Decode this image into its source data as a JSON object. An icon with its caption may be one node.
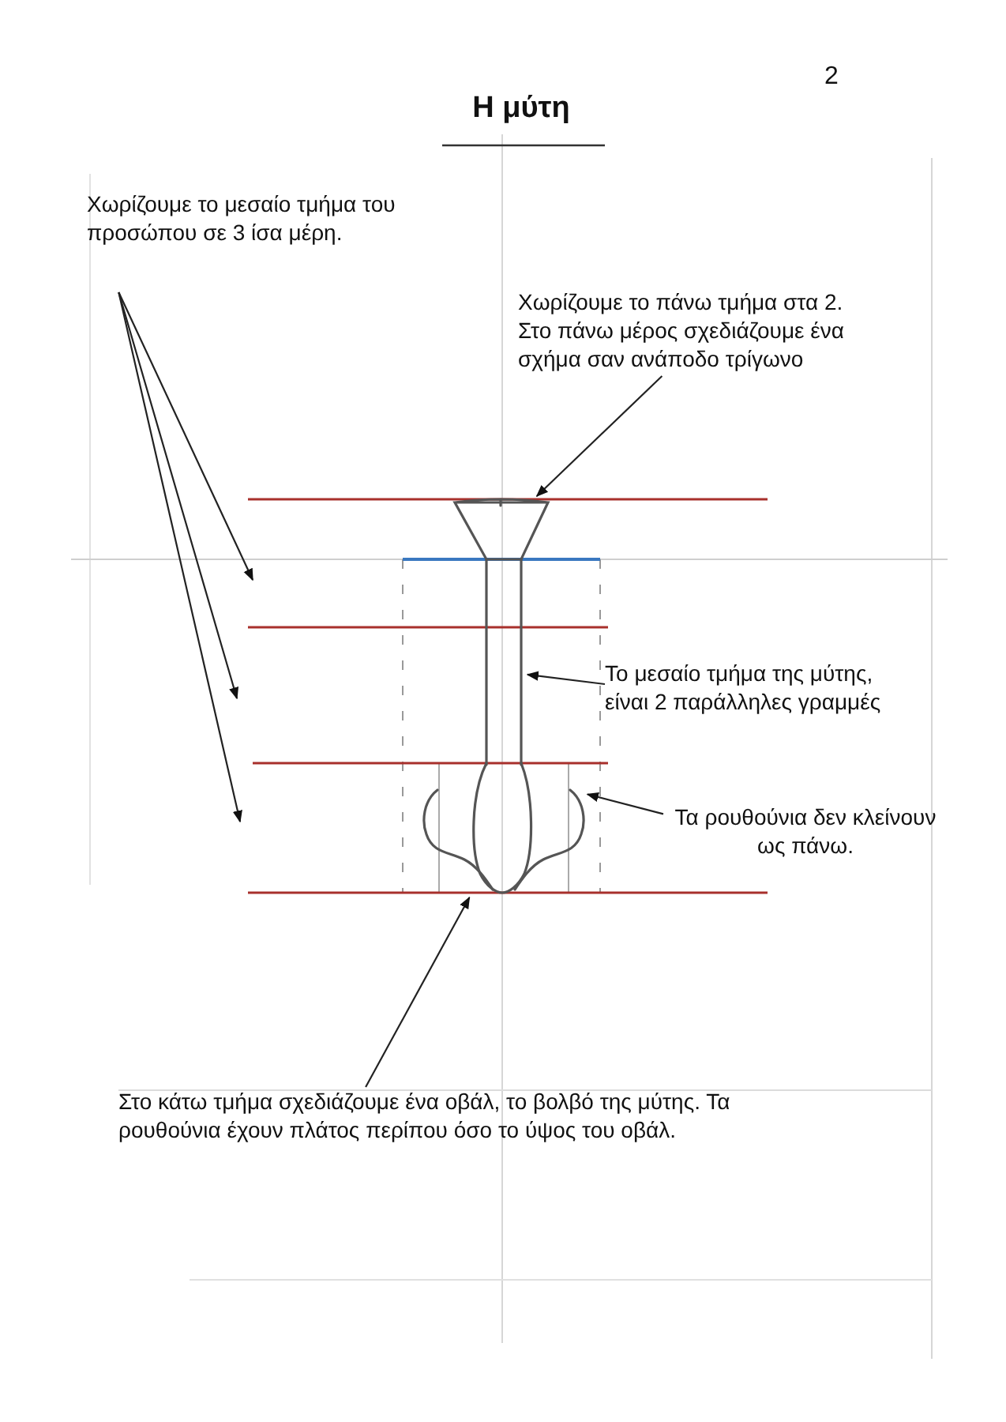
{
  "diagram": {
    "title": "Η μύτη",
    "nodes": [
      {
        "text": [
          "Χωρίζουμε το μεσαίο τμήμα του προσώπου σε 3 ίσα μέρη."
        ]
      },
      {
        "text": [
          "Χωρίζουμε το πάνω τμήμα στα 2. Στο πάνω μέρος σχεδιάζουμε ένα σχήμα σαν ανάποδο τρίγωνο"
        ]
      },
      {
        "text": [],
        "shape": "triangle"
      },
      {
        "text": [],
        "shape": "lines"
      },
      {
        "text": [
          "Το μεσαίο τμήμα της μύτης, είναι 2 παράλληλες γραμμές"
        ]
      },
      {
        "text": [],
        "shape": "curve"
      },
      {
        "text": [],
        "shape": "oval"
      },
      {
        "text": [],
        "shape": "curve"
      },
      {
        "text": [
          "Τα ρουθούνια δεν κλείνουν ως πάνω."
        ]
      },
      {
        "text": [
          "Στο κάτω τμήμα σχεδιάζουμε ένα οβάλ, το βολβό της μύτης. Τα ρουθούνια έχουν πλάτος περίπου όσο το ύψος του οβάλ."
        ]
      }
    ],
    "edges": [
      {
        "from": 0,
        "to": null,
        "arrow": "to"
      },
      {
        "from": 0,
        "to": null,
        "arrow": "to"
      },
      {
        "from": 0,
        "to": null,
        "arrow": "to"
      },
      {
        "from": 1,
        "to": 2,
        "arrow": "to"
      },
      {
        "from": 4,
        "to": 3,
        "arrow": "to"
      },
      {
        "from": 8,
        "to": 7,
        "arrow": "to"
      },
      {
        "from": 9,
        "to": 6,
        "arrow": "to"
      }
    ],
    "labels": [
      "2"
    ]
  }
}
